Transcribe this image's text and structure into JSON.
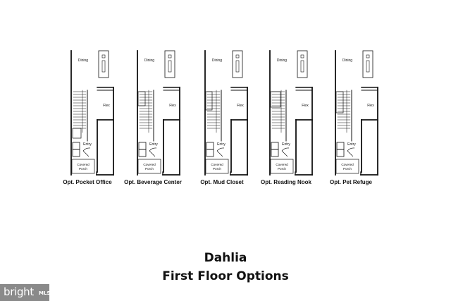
{
  "room_labels": {
    "dining": "Dining",
    "flex": "Flex",
    "entry": "Entry",
    "covered_porch_line1": "Covered",
    "covered_porch_line2": "Porch"
  },
  "options": [
    {
      "label": "Opt. Pocket Office"
    },
    {
      "label": "Opt. Beverage Center"
    },
    {
      "label": "Opt. Mud Closet"
    },
    {
      "label": "Opt. Reading Nook"
    },
    {
      "label": "Opt. Pet Refuge"
    }
  ],
  "title": "Dahlia",
  "subtitle": "First Floor Options",
  "watermark": {
    "logo": "bright",
    "suffix": "MLS"
  }
}
